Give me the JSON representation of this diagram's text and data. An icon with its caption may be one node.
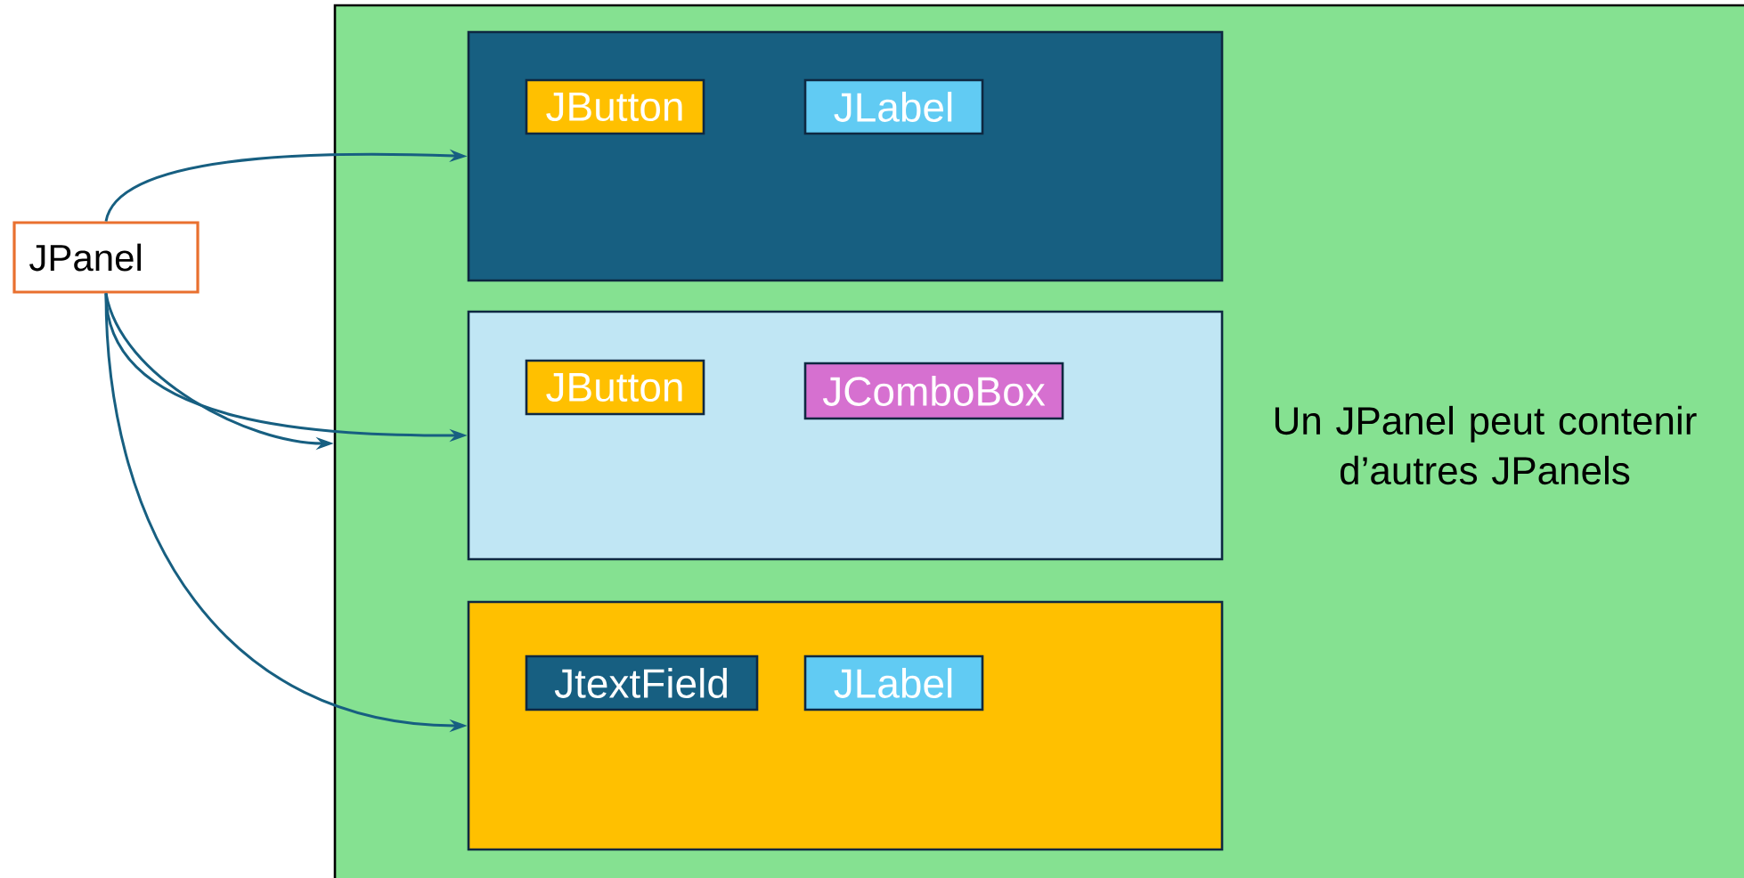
{
  "diagram": {
    "nodes": [
      {
        "text": [
          "JPanel"
        ]
      },
      {
        "text": [
          "Un JPanel peut contenir d’autres JPanels"
        ]
      },
      {
        "text": [],
        "shape": "box",
        "in": 1
      },
      {
        "text": [
          "JButton"
        ],
        "in": 2
      },
      {
        "text": [
          "JLabel"
        ],
        "in": 2
      },
      {
        "text": [],
        "shape": "box",
        "in": 1
      },
      {
        "text": [
          "JButton"
        ],
        "in": 5
      },
      {
        "text": [
          "JComboBox"
        ],
        "in": 5
      },
      {
        "text": [],
        "shape": "box",
        "in": 1
      },
      {
        "text": [
          "JtextField"
        ],
        "in": 8
      },
      {
        "text": [
          "JLabel"
        ],
        "in": 8
      }
    ],
    "edges": [
      {
        "from": 0,
        "to": 2,
        "arrow": "to"
      },
      {
        "from": 0,
        "to": 5,
        "arrow": "to"
      },
      {
        "from": 0,
        "to": 1,
        "arrow": "to"
      },
      {
        "from": 0,
        "to": 8,
        "arrow": "to"
      }
    ]
  }
}
